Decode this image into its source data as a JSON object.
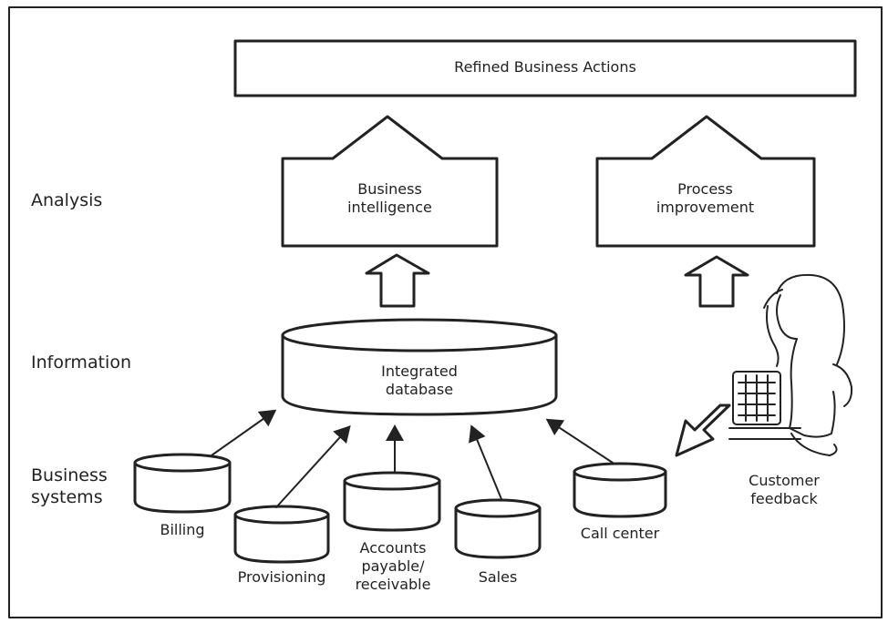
{
  "top_box": {
    "label": "Refined Business Actions"
  },
  "analysis": {
    "row_label": "Analysis",
    "boxes": [
      {
        "lines": [
          "Business",
          "intelligence"
        ]
      },
      {
        "lines": [
          "Process",
          "improvement"
        ]
      }
    ]
  },
  "information": {
    "row_label": "Information",
    "database": {
      "lines": [
        "Integrated",
        "database"
      ]
    }
  },
  "business_systems": {
    "row_label_lines": [
      "Business",
      "systems"
    ],
    "systems": [
      {
        "label": "Billing"
      },
      {
        "label": "Provisioning"
      },
      {
        "lines": [
          "Accounts",
          "payable/",
          "receivable"
        ]
      },
      {
        "label": "Sales"
      },
      {
        "label": "Call center"
      }
    ]
  },
  "customer_feedback": {
    "lines": [
      "Customer",
      "feedback"
    ]
  }
}
